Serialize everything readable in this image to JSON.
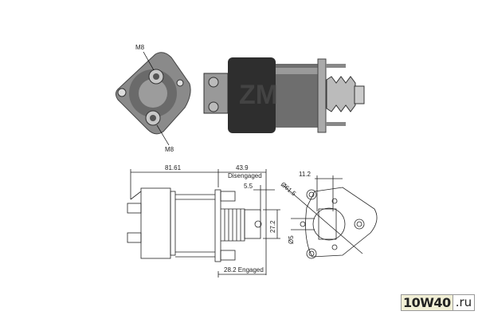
{
  "photo": {
    "label_m8_top": "M8",
    "label_m8_bottom": "M8"
  },
  "drawing": {
    "length_total": "81.61",
    "length_disengaged": "43.9",
    "label_disengaged": "Disengaged",
    "offset": "5.5",
    "height_plunger": "27.2",
    "hole_diameter": "Ø5",
    "length_engaged": "28.2 Engaged",
    "flange_width": "11.2",
    "flange_diameter": "Ø61.5"
  },
  "watermark": {
    "part1": "10W40",
    "part2": ".ru"
  }
}
